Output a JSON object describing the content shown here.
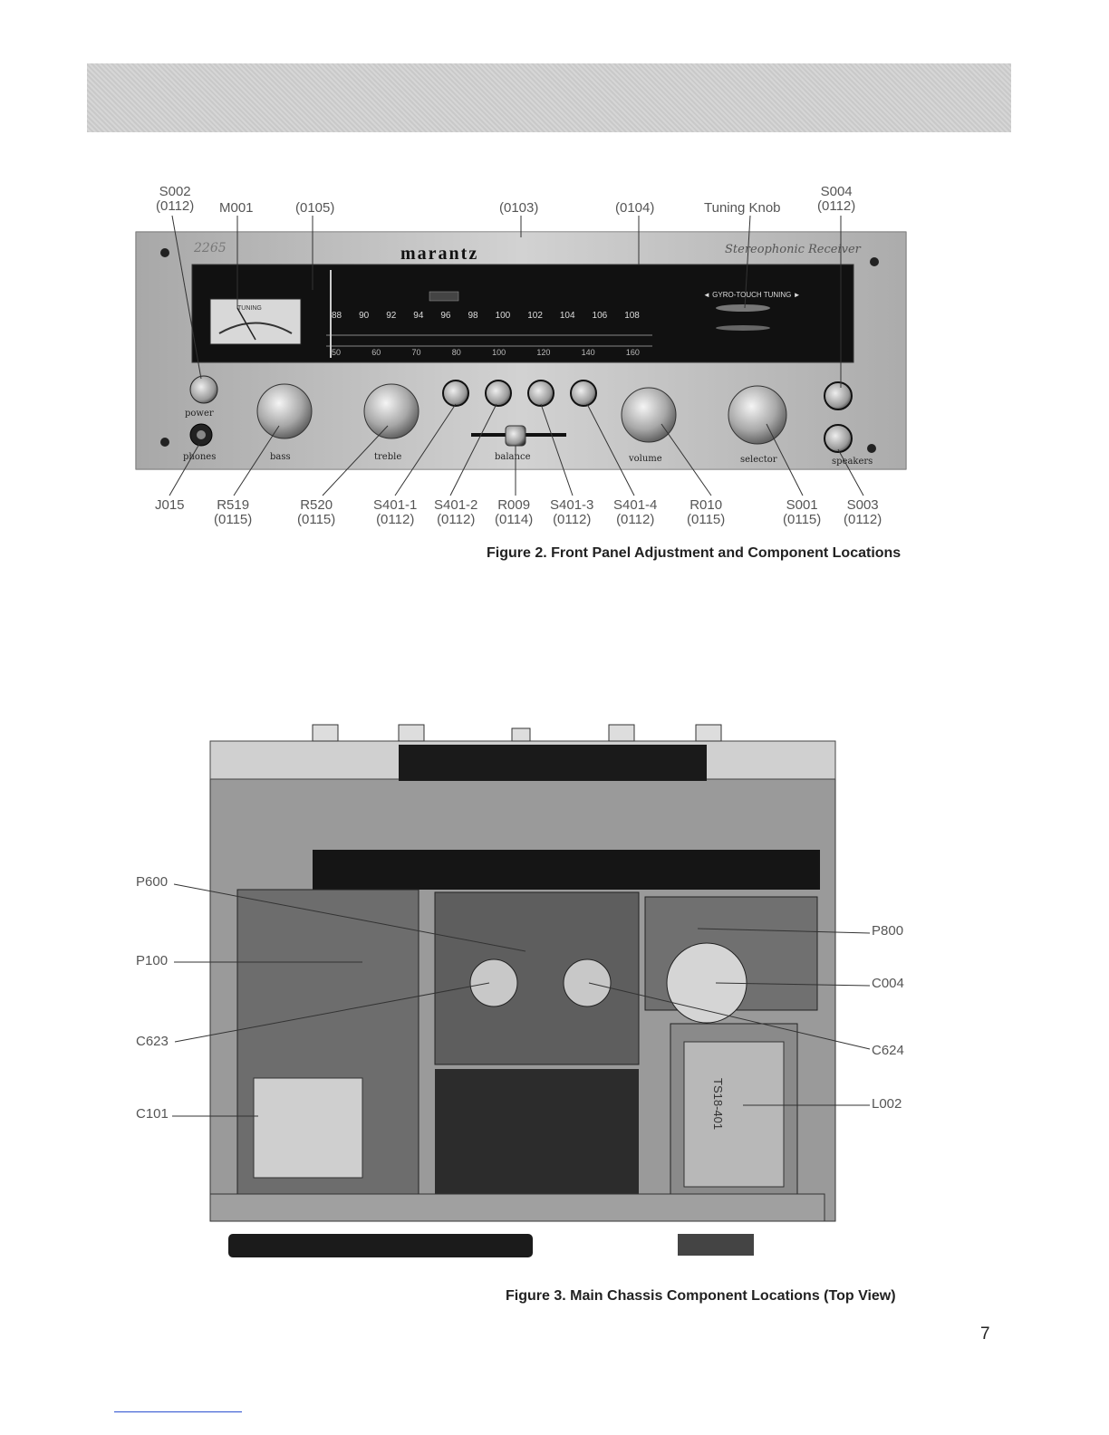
{
  "figure2": {
    "caption": "Figure 2.   Front Panel Adjustment and Component Locations",
    "brand": "marantz",
    "model": "2265",
    "subtitle": "Stereophonic Receiver",
    "tuning_label": "◄ GYRO-TOUCH TUNING ►",
    "meter_label": "TUNING",
    "top_callouts": [
      {
        "id": "S002",
        "ref": "(0112)"
      },
      {
        "id": "M001",
        "ref": ""
      },
      {
        "id": "",
        "ref": "(0105)"
      },
      {
        "id": "",
        "ref": "(0103)"
      },
      {
        "id": "",
        "ref": "(0104)"
      },
      {
        "id": "Tuning Knob",
        "ref": ""
      },
      {
        "id": "S004",
        "ref": "(0112)"
      }
    ],
    "bottom_callouts": [
      {
        "id": "J015",
        "ref": ""
      },
      {
        "id": "R519",
        "ref": "(0115)"
      },
      {
        "id": "R520",
        "ref": "(0115)"
      },
      {
        "id": "S401-1",
        "ref": "(0112)"
      },
      {
        "id": "S401-2",
        "ref": "(0112)"
      },
      {
        "id": "R009",
        "ref": "(0114)"
      },
      {
        "id": "S401-3",
        "ref": "(0112)"
      },
      {
        "id": "S401-4",
        "ref": "(0112)"
      },
      {
        "id": "R010",
        "ref": "(0115)"
      },
      {
        "id": "S001",
        "ref": "(0115)"
      },
      {
        "id": "S003",
        "ref": "(0112)"
      }
    ],
    "knob_labels": {
      "power": "power",
      "phones": "phones",
      "bass": "bass",
      "treble": "treble",
      "balance": "balance",
      "volume": "volume",
      "selector": "selector",
      "speakers": "speakers"
    },
    "fm_scale": [
      "88",
      "90",
      "92",
      "94",
      "96",
      "98",
      "100",
      "102",
      "104",
      "106",
      "108"
    ],
    "am_scale": [
      "50",
      "60",
      "70",
      "80",
      "100",
      "120",
      "140",
      "160"
    ]
  },
  "figure3": {
    "caption": "Figure 3.   Main Chassis Component Locations (Top View)",
    "left_callouts": [
      "P600",
      "P100",
      "C623",
      "C101"
    ],
    "right_callouts": [
      "P800",
      "C004",
      "C624",
      "L002"
    ],
    "transformer_label": "TS18-401"
  },
  "page_number": "7"
}
